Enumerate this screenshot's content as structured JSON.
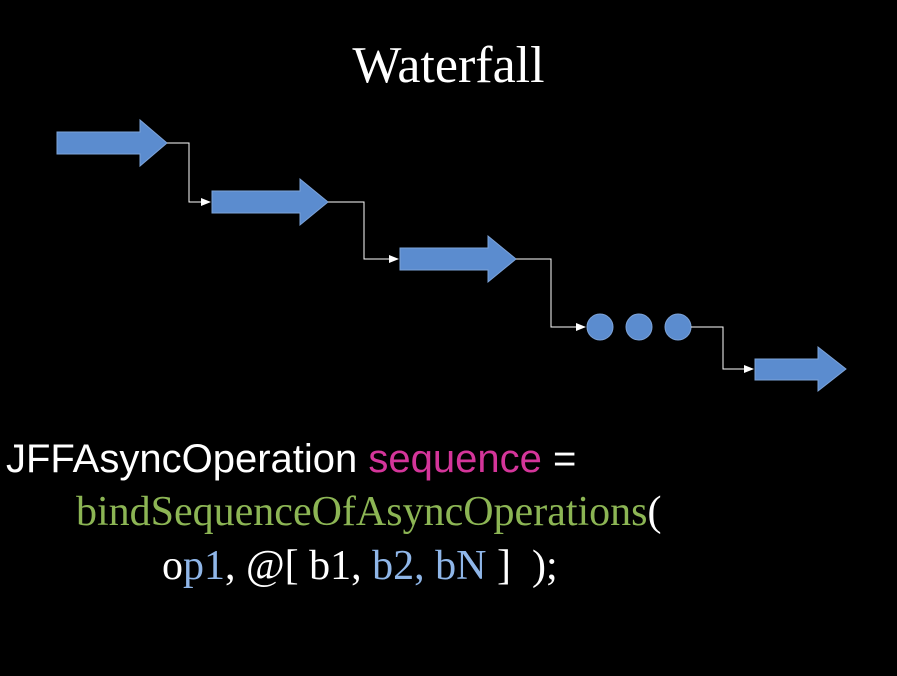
{
  "title": "Waterfall",
  "colors": {
    "background": "#000000",
    "arrow": "#5b8ccf",
    "connector": "#ffffff",
    "text": "#ffffff",
    "keyword": "#d4359a",
    "function": "#8cb554",
    "param": "#8fb6e8"
  },
  "code": {
    "line1": {
      "type_name": "JFFAsyncOperation",
      "space": " ",
      "variable": "sequence",
      "assign": " ="
    },
    "line2": {
      "function_name": "bindSequenceOfAsyncOperations",
      "open_paren": "("
    },
    "line3": {
      "o": "o",
      "p1": "p1",
      "comma1": ",",
      "array_open": " @[ b1, ",
      "b2": "b2,",
      "space": " ",
      "bN": "bN",
      "tail": " ]  );"
    }
  }
}
